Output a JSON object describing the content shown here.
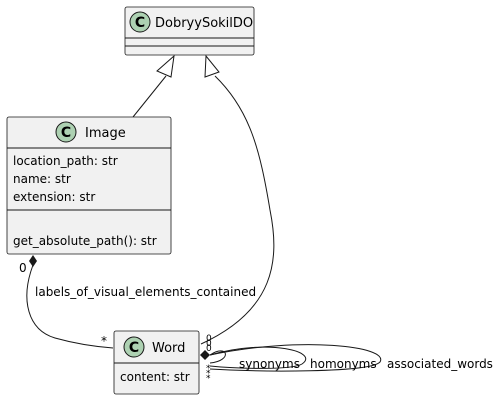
{
  "classes": {
    "base": {
      "stereotype": "C",
      "name": "DobryySokilDO"
    },
    "image": {
      "stereotype": "C",
      "name": "Image",
      "attributes": [
        "location_path: str",
        "name: str",
        "extension: str"
      ],
      "methods": [
        "get_absolute_path(): str"
      ]
    },
    "word": {
      "stereotype": "C",
      "name": "Word",
      "attributes": [
        "content: str"
      ]
    }
  },
  "relations": {
    "image_word": {
      "label": "labels_of_visual_elements_contained",
      "source_multiplicity": "0",
      "target_multiplicity": "*"
    },
    "word_self": [
      {
        "label": "synonyms",
        "multiplicity_start": "0",
        "multiplicity_end": "*"
      },
      {
        "label": "homonyms",
        "multiplicity_start": "0",
        "multiplicity_end": "*"
      },
      {
        "label": "associated_words",
        "multiplicity_start": "0",
        "multiplicity_end": "*"
      }
    ]
  },
  "colors": {
    "class_fill": "#f1f1f1",
    "class_stroke": "#181818",
    "stereotype_circle": "#add1b2"
  }
}
